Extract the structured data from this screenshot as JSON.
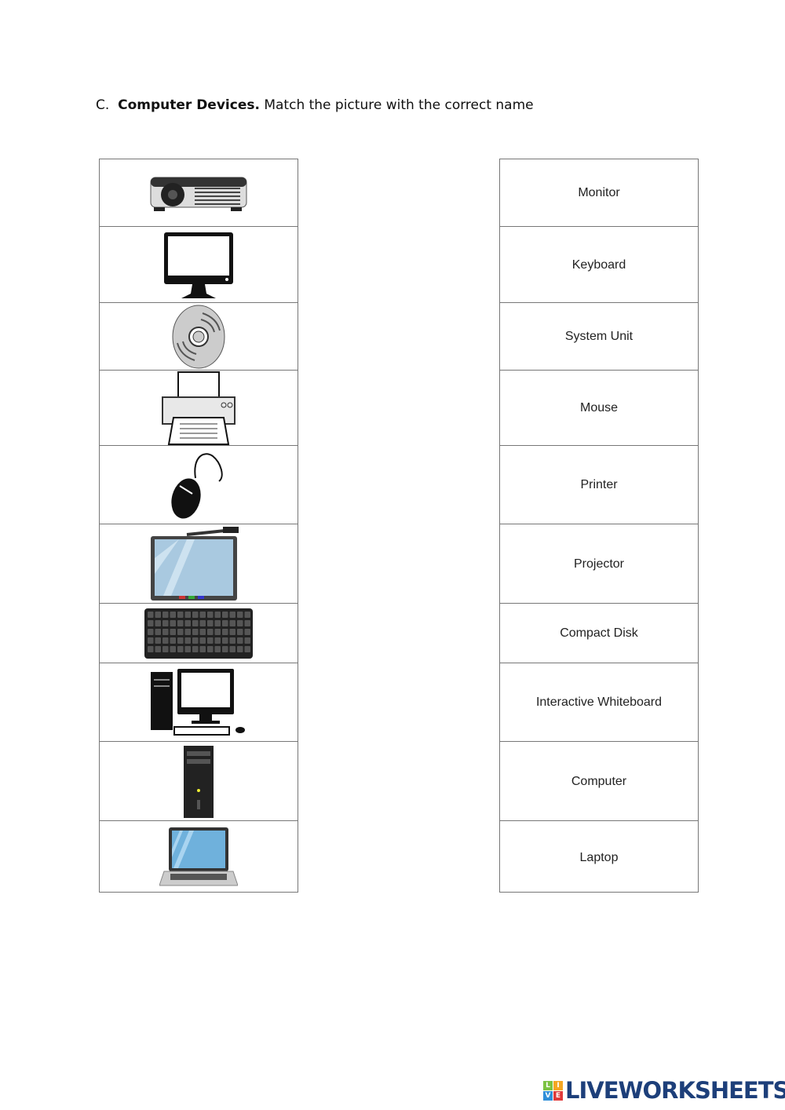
{
  "title": {
    "letter": "C.",
    "bold": "Computer Devices.",
    "instruction": "Match the picture with the correct name"
  },
  "pictures": [
    "projector-icon",
    "monitor-icon",
    "compact-disk-icon",
    "printer-icon",
    "mouse-icon",
    "interactive-whiteboard-icon",
    "keyboard-icon",
    "computer-icon",
    "system-unit-icon",
    "laptop-icon"
  ],
  "names": [
    "Monitor",
    "Keyboard",
    "System Unit",
    "Mouse",
    "Printer",
    "Projector",
    "Compact Disk",
    "Interactive Whiteboard",
    "Computer",
    "Laptop"
  ],
  "logo": {
    "text": "LIVEWORKSHEETS",
    "letters": [
      "L",
      "I",
      "V",
      "E"
    ]
  }
}
